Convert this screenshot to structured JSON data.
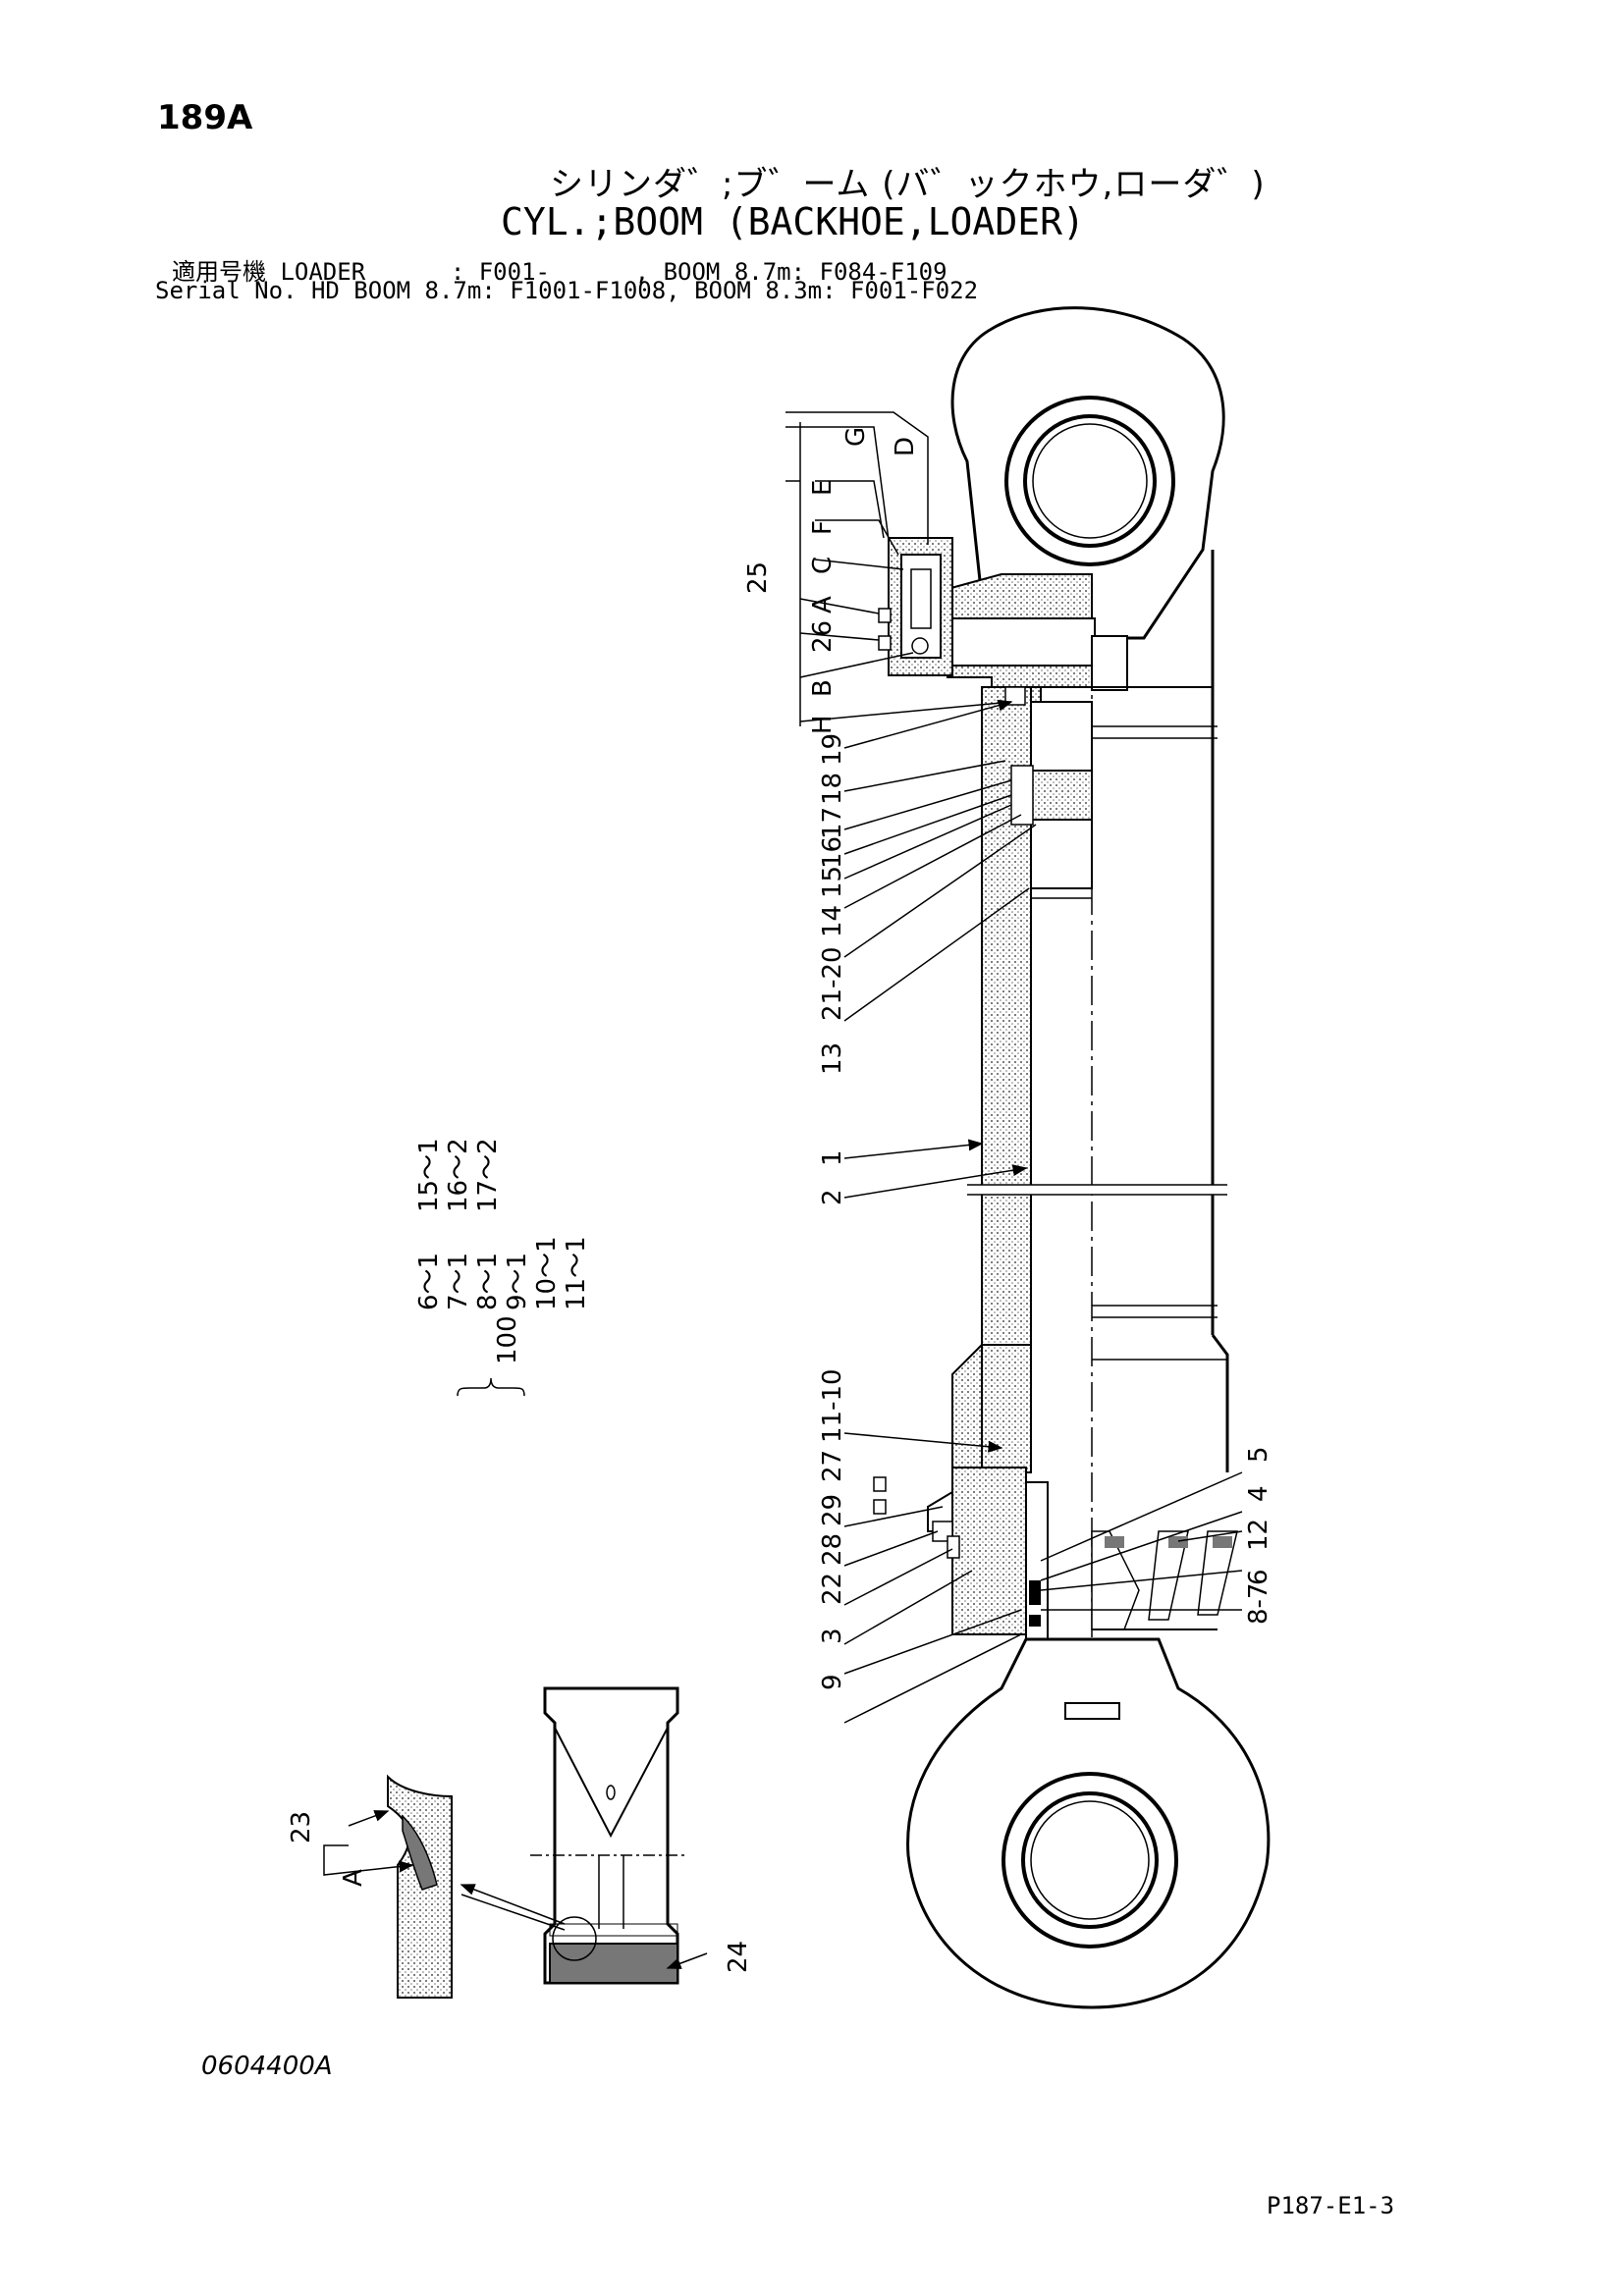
{
  "header": {
    "page_number": "189A",
    "title_jp": "シリンダ゛;ブ゛ーム (バ゛ックホウ,ローダ゛)",
    "title_en": "CYL.;BOOM (BACKHOE,LOADER)",
    "serial_line_1": "適用号機 LOADER      : F001-      , BOOM 8.7m: F084-F109",
    "serial_line_2": "Serial No. HD BOOM 8.7m: F1001-F1008, BOOM 8.3m: F001-F022"
  },
  "callouts": {
    "g": "G",
    "d": "D",
    "e": "E",
    "f": "F",
    "c": "C",
    "a": "A",
    "b": "B",
    "h": "H",
    "n25": "25",
    "n26": "26",
    "n19": "19",
    "n18": "18",
    "n17": "17",
    "n16": "16",
    "n15": "15",
    "n14": "14",
    "n21_20": "21-20",
    "n13": "13",
    "n1": "1",
    "n2": "2",
    "n11_10": "11-10",
    "n27": "27",
    "n29": "29",
    "n28": "28",
    "n22": "22",
    "n3": "3",
    "n9": "9",
    "n5": "5",
    "n4": "4",
    "n12": "12",
    "n6": "6",
    "n8_7": "8-7",
    "n23": "23",
    "detail_a": "A",
    "n24": "24"
  },
  "kit_table": {
    "kit_number": "100",
    "col1": [
      "6～1",
      "7～1",
      "8～1",
      "9～1",
      "10～1",
      "11～1"
    ],
    "col2": [
      "15～1",
      "16～2",
      "17～2"
    ]
  },
  "footer": {
    "drawing_code": "0604400A",
    "page_ref": "P187-E1-3"
  }
}
